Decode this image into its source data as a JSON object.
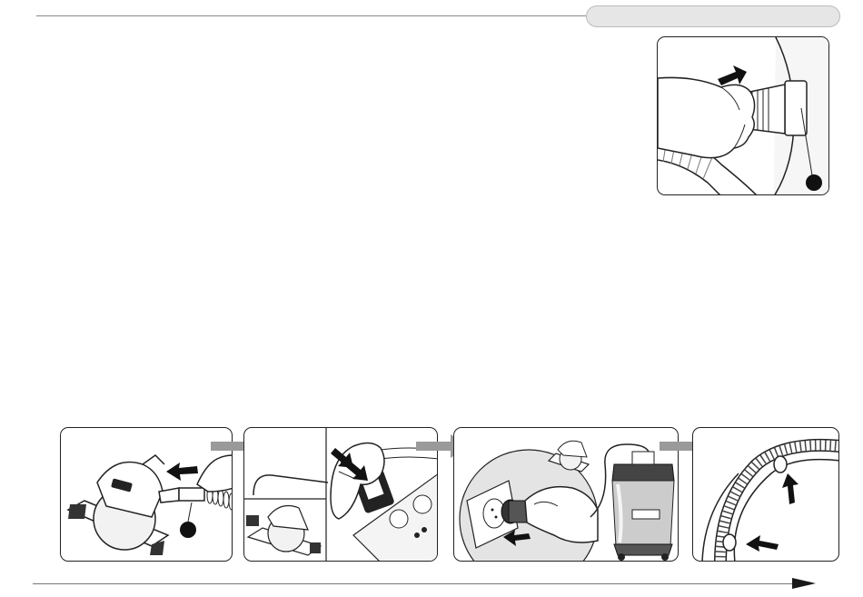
{
  "header": {
    "section_pill": ""
  },
  "colors": {
    "ink": "#1a1a1a",
    "step_arrow": "#9a9a9a",
    "hose": "#555555",
    "rule": "#888888",
    "pill": "#e6e6e6"
  },
  "figures": {
    "connect_hose_detail": {
      "icons": [
        "hand-icon",
        "hose-connector-icon",
        "push-arrow-icon",
        "callout-dot-icon"
      ]
    },
    "steps": [
      {
        "name": "attach-hose-to-saw",
        "icons": [
          "circular-saw-icon",
          "hose-icon",
          "hand-icon",
          "push-arrow-icon",
          "callout-dot-icon"
        ]
      },
      {
        "name": "plug-tool-into-vacuum",
        "icons": [
          "plug-icon",
          "hand-icon",
          "socket-panel-icon",
          "saw-icon"
        ]
      },
      {
        "name": "plug-vacuum-into-wall",
        "icons": [
          "wall-socket-icon",
          "plug-icon",
          "vacuum-cleaner-icon",
          "saw-icon"
        ]
      },
      {
        "name": "fasten-cable-to-hose",
        "icons": [
          "hose-icon",
          "cable-clip-icon",
          "push-arrow-icon"
        ]
      }
    ]
  },
  "navigation": {
    "next_page_icon": "next-page-arrow-icon"
  }
}
